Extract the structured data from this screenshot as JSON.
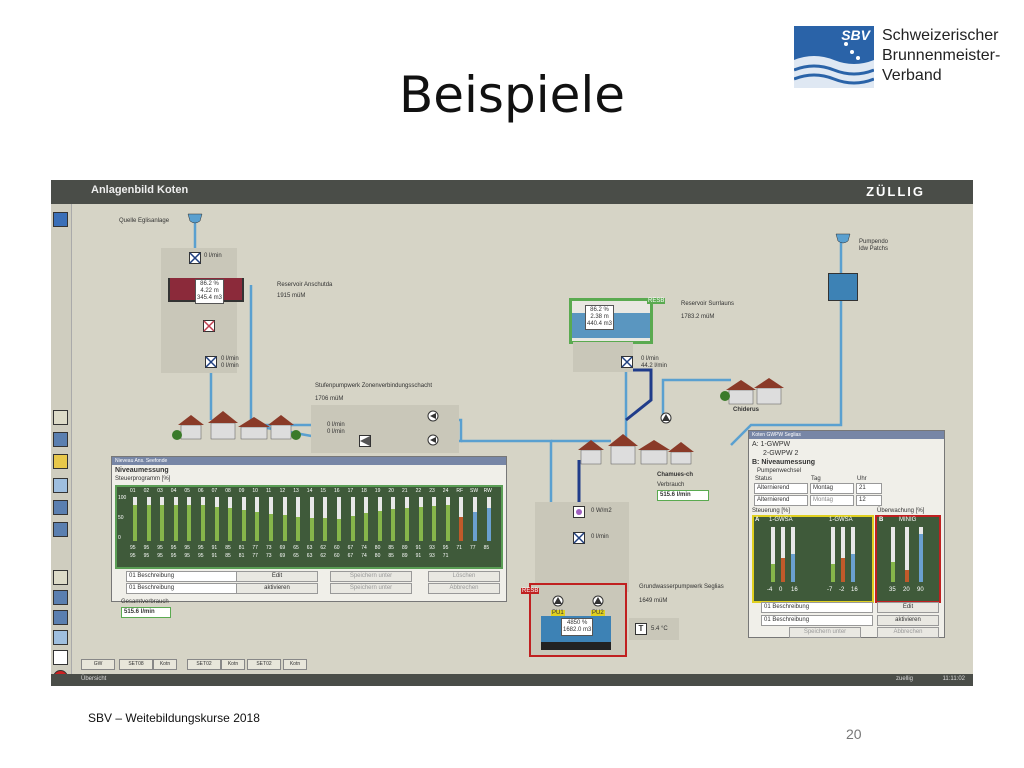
{
  "slide": {
    "title": "Beispiele",
    "footer": "SBV – Weitebildungskurse 2018",
    "page_number": "20",
    "logo": {
      "mark_text": "SBV",
      "lines": [
        "Schweizerischer",
        "Brunnenmeister-",
        "Verband"
      ]
    }
  },
  "app": {
    "title": "Anlagenbild Koten",
    "brand": "ZÜLLIG",
    "status_left": "Übersicht",
    "status_user": "zuellig",
    "status_time": "11:11:02",
    "bottom_tabs": [
      "GW",
      "SET08",
      "Kotn",
      "SET02",
      "Kotn",
      "SET02",
      "Kotn"
    ]
  },
  "plant": {
    "quelle_label": "Quelle Eglisanlage",
    "flow1": "0 l/min",
    "res1_values": [
      "86.2 %",
      "4.22 m",
      "345.4 m3"
    ],
    "res1_label": "Reservoir Anschutda",
    "res1_sub": "1915 müM",
    "res1_flow_a": "0 l/min",
    "res1_flow_b": "0 l/min",
    "stufen_label": "Stufenpumpwerk Zonenverbindungsschacht",
    "stufen_sub": "1706 müM",
    "stufen_flow_a": "0 l/min",
    "stufen_flow_b": "0 l/min",
    "res2_values": [
      "86.2 %",
      "2.38 m",
      "440.4 m3"
    ],
    "res2_label": "Reservoir Surrlauns",
    "res2_sub": "1783.2 müM",
    "res2_flow_a": "0 l/min",
    "res2_flow_b": "44.2 l/min",
    "res2_tag": "RESB",
    "right_tank_label": "Pumpendo",
    "right_tank_sub": "ldw Patchs",
    "chiderus": "Chiderus",
    "chamues_label": "Chamues-ch",
    "verbrauch_label": "Verbrauch",
    "verbrauch_value": "515.6 l/min",
    "uv_flow": "0 W/m2",
    "uv_flow2": "0 l/min",
    "grundwasser_label": "Grundwasserpumpwerk Seglias",
    "grundwasser_sub": "1649 müM",
    "gw_tank_values": [
      "4850 %",
      "1682.0 m3"
    ],
    "gw_tag": "RESB",
    "pump_tags": [
      "PU1",
      "PU2"
    ],
    "temp_icon": "T",
    "temp_value": "5.4 °C"
  },
  "niveau": {
    "header": "Nieveau Ans. Seefonde",
    "title": "Niveaumessung",
    "subtitle": "Steuerprogramm [%]",
    "columns": [
      "01",
      "02",
      "03",
      "04",
      "05",
      "06",
      "07",
      "08",
      "09",
      "10",
      "11",
      "12",
      "13",
      "14",
      "15",
      "16",
      "17",
      "18",
      "19",
      "20",
      "21",
      "22",
      "23",
      "24",
      "RF",
      "SW",
      "RW"
    ],
    "row1": [
      "95",
      "95",
      "95",
      "95",
      "95",
      "95",
      "91",
      "85",
      "81",
      "77",
      "73",
      "69",
      "65",
      "63",
      "62",
      "60",
      "67",
      "74",
      "80",
      "85",
      "89",
      "91",
      "93",
      "95",
      "71",
      "77",
      "85"
    ],
    "row2": [
      "95",
      "95",
      "95",
      "95",
      "95",
      "95",
      "91",
      "85",
      "81",
      "77",
      "73",
      "69",
      "65",
      "63",
      "62",
      "60",
      "67",
      "74",
      "80",
      "85",
      "89",
      "91",
      "93",
      "71"
    ],
    "levels": [
      0.82,
      0.82,
      0.82,
      0.82,
      0.82,
      0.82,
      0.78,
      0.74,
      0.7,
      0.66,
      0.62,
      0.58,
      0.55,
      0.53,
      0.52,
      0.5,
      0.57,
      0.63,
      0.68,
      0.73,
      0.76,
      0.78,
      0.8,
      0.82,
      0.55,
      0.66,
      0.74
    ],
    "program_field": "01 Beschreibung",
    "program_select": "01 Beschreibung",
    "edit_btn": "Edit",
    "aktiv_btn": "aktivieren",
    "speichern_btn": "Speichern unter",
    "abbrechen_btn": "Abbrechen",
    "loeschen_btn": "Löschen",
    "verbrauch_label": "Gesamtverbrauch",
    "verbrauch_value": "515.6 l/min"
  },
  "gwpw": {
    "header": "Koten GWPW Seglias",
    "line_a": "A: 1-GWPW",
    "line_a2": "2-GWPW 2",
    "line_b": "B: Niveaumessung",
    "subtitle": "Pumpenwechsel",
    "col_status": "Status",
    "col_tag": "Tag",
    "col_uhr": "Uhr",
    "status_val": "Alternierend",
    "tag_val": "Montag",
    "uhr_val": "21",
    "select_a": "Alternierend",
    "select_b": "Montag",
    "select_c": "12",
    "steuerung_label": "Steuerung [%]",
    "ueberwachung_label": "Überwachung [%]",
    "a_label": "A",
    "b_label": "B",
    "g1_title": "1-GWSA",
    "g2_title": "1-GWSA",
    "g3_title": "MINIG",
    "g1_vals": [
      "-4",
      "0",
      "16"
    ],
    "g2_vals": [
      "-7",
      "-2",
      "16"
    ],
    "g3_vals": [
      "35",
      "20",
      "90"
    ],
    "program_field": "01 Beschreibung",
    "program_select": "01 Beschreibung",
    "edit_btn": "Edit",
    "aktiv_btn": "aktivieren",
    "speichern_btn": "Speichern unter",
    "abbrechen_btn": "Abbrechen"
  }
}
